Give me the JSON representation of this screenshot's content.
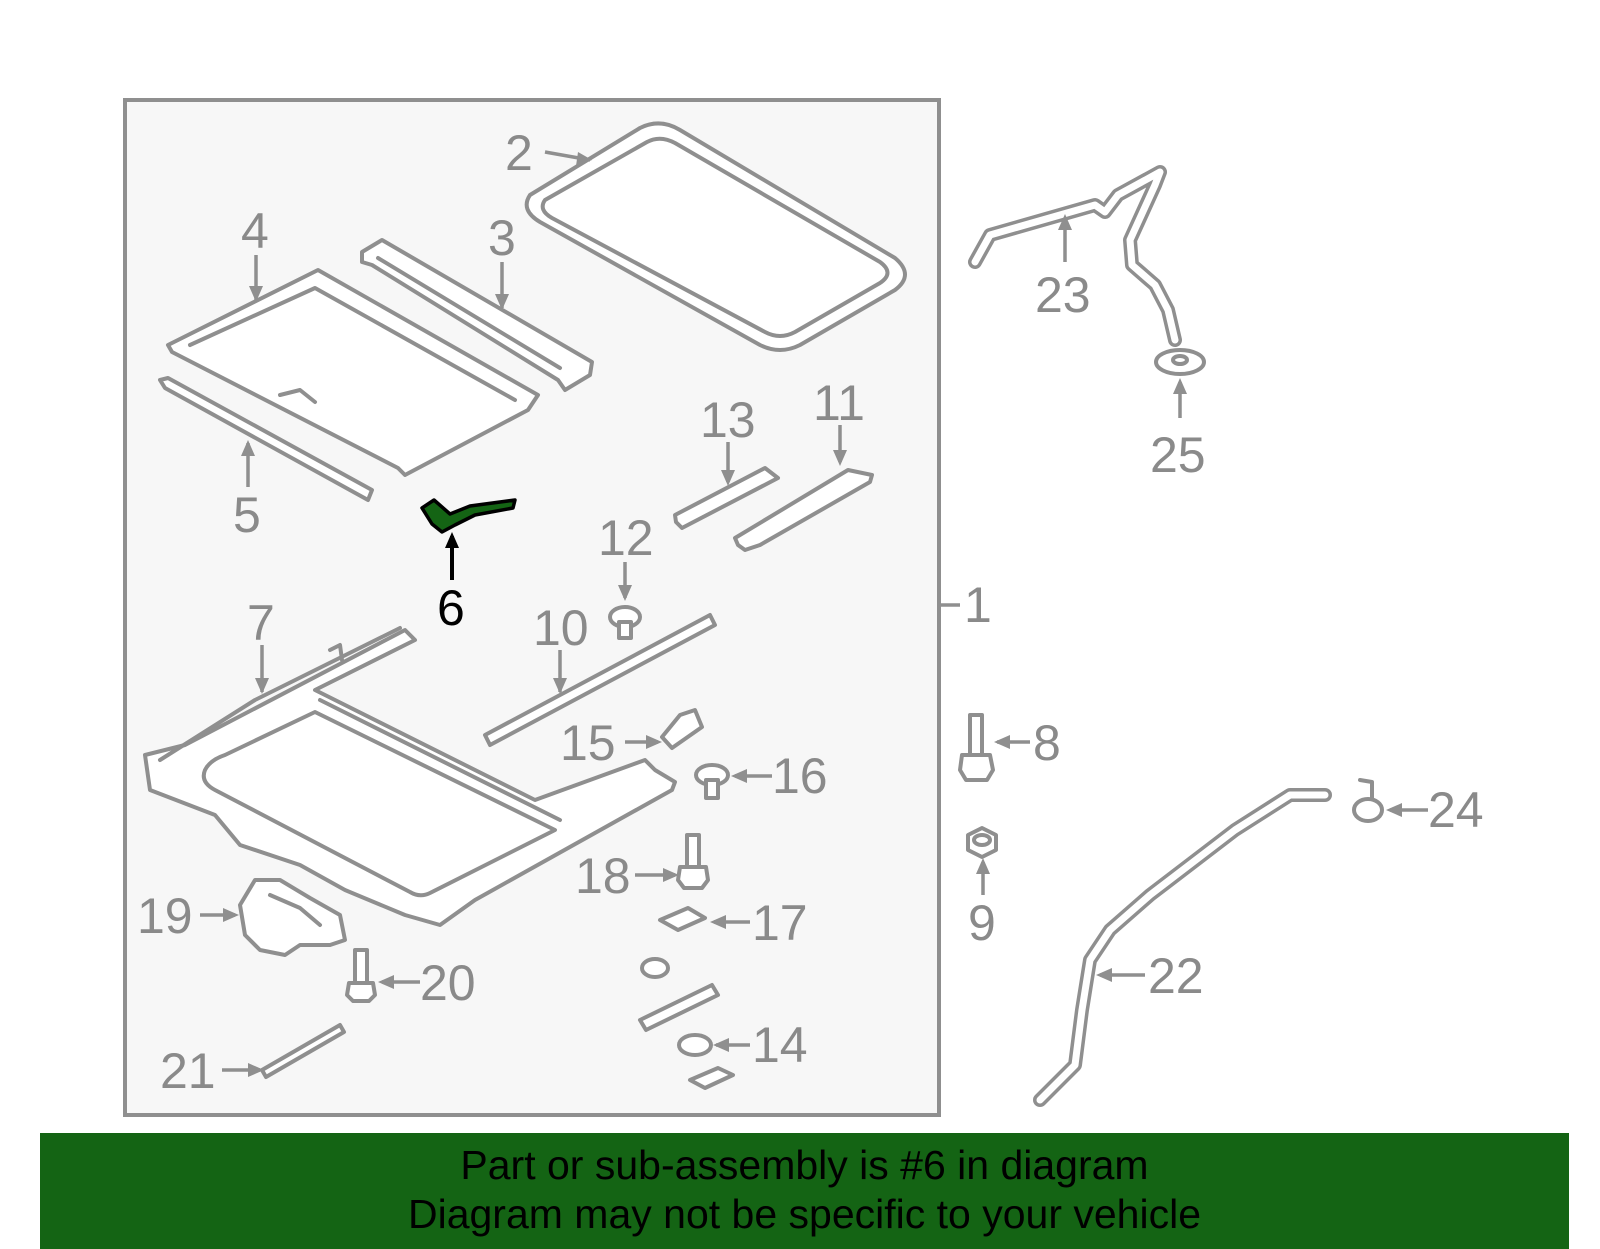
{
  "colors": {
    "highlight": "#146414",
    "banner_bg": "#146414",
    "panel_bg": "#f7f7f7",
    "line": "#8f8f8f",
    "label": "#8a8a8a"
  },
  "highlighted_part": "6",
  "labels": {
    "p1": "1",
    "p2": "2",
    "p3": "3",
    "p4": "4",
    "p5": "5",
    "p6": "6",
    "p7": "7",
    "p8": "8",
    "p9": "9",
    "p10": "10",
    "p11": "11",
    "p12": "12",
    "p13": "13",
    "p14": "14",
    "p15": "15",
    "p16": "16",
    "p17": "17",
    "p18": "18",
    "p19": "19",
    "p20": "20",
    "p21": "21",
    "p22": "22",
    "p23": "23",
    "p24": "24",
    "p25": "25"
  },
  "banner": {
    "line1": "Part or sub-assembly is #6 in diagram",
    "line2": "Diagram may not be specific to your vehicle"
  }
}
